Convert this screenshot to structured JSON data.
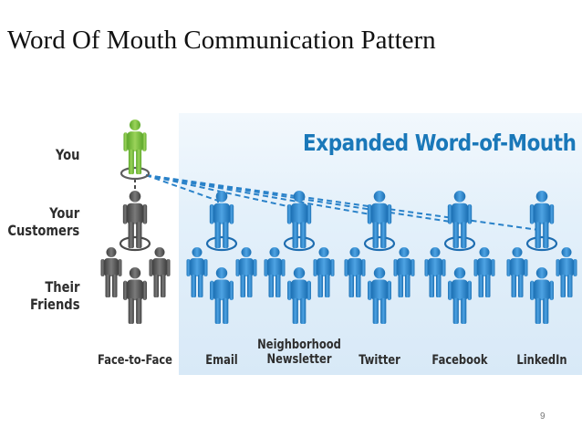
{
  "slide": {
    "title": "Word Of Mouth Communication Pattern",
    "page_number": "9"
  },
  "diagram": {
    "heading": "Expanded Word-of-Mouth",
    "row_labels": {
      "you": "You",
      "customers": [
        "Your",
        "Customers"
      ],
      "friends": [
        "Their",
        "Friends"
      ]
    },
    "columns": [
      {
        "label": [
          "Face-to-Face"
        ]
      },
      {
        "label": [
          "Email"
        ]
      },
      {
        "label": [
          "Neighborhood",
          "Newsletter"
        ]
      },
      {
        "label": [
          "Twitter"
        ]
      },
      {
        "label": [
          "Facebook"
        ]
      },
      {
        "label": [
          "LinkedIn"
        ]
      }
    ]
  },
  "colors": {
    "you_figure": "#7cc142",
    "face_to_face_figures": "#555555",
    "channel_figures": "#2a82c9",
    "dashed_links": "#2a82c9",
    "heading_text": "#1a78b9",
    "panel_background": "#e3f0fa"
  }
}
